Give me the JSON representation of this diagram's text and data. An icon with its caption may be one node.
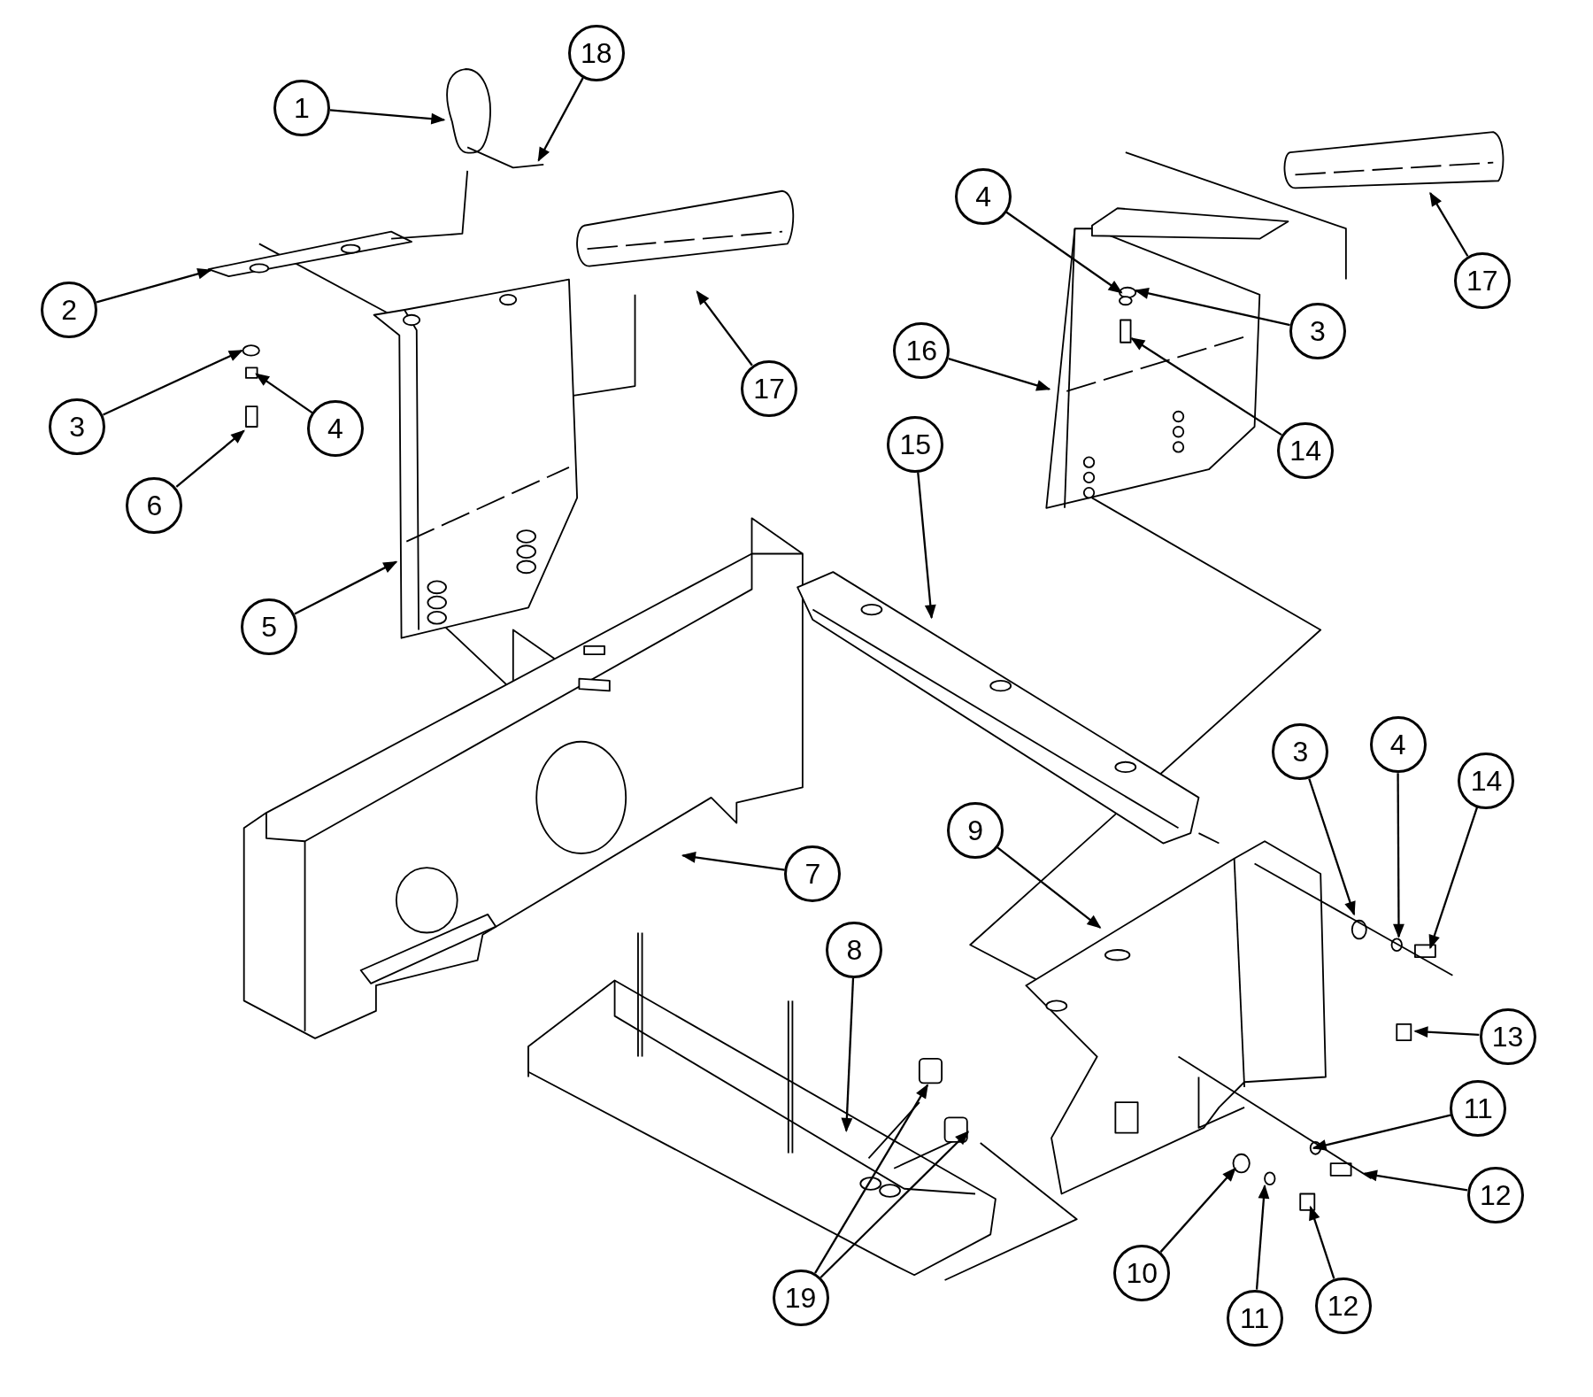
{
  "diagram": {
    "nodes": [
      {
        "text": [
          "18"
        ]
      },
      {
        "text": [
          "1"
        ]
      },
      {
        "text": [
          "4"
        ]
      },
      {
        "text": [
          "17"
        ]
      },
      {
        "text": [
          "2"
        ]
      },
      {
        "text": [
          "3"
        ]
      },
      {
        "text": [
          "16"
        ]
      },
      {
        "text": [
          "17"
        ]
      },
      {
        "text": [
          "3"
        ]
      },
      {
        "text": [
          "4"
        ]
      },
      {
        "text": [
          "15"
        ]
      },
      {
        "text": [
          "14"
        ]
      },
      {
        "text": [
          "6"
        ]
      },
      {
        "text": [
          "5"
        ]
      },
      {
        "text": [
          "4"
        ]
      },
      {
        "text": [
          "3"
        ]
      },
      {
        "text": [
          "14"
        ]
      },
      {
        "text": [
          "9"
        ]
      },
      {
        "text": [
          "7"
        ]
      },
      {
        "text": [
          "8"
        ]
      },
      {
        "text": [
          "13"
        ]
      },
      {
        "text": [
          "11"
        ]
      },
      {
        "text": [
          "12"
        ]
      },
      {
        "text": [
          "10"
        ]
      },
      {
        "text": [
          "19"
        ]
      },
      {
        "text": [
          "12"
        ]
      },
      {
        "text": [
          "11"
        ]
      }
    ],
    "edges": [
      {
        "from": 0,
        "to": null,
        "arrow": "to"
      },
      {
        "from": 1,
        "to": null,
        "arrow": "to"
      },
      {
        "from": 2,
        "to": null,
        "arrow": "to"
      },
      {
        "from": 3,
        "to": null,
        "arrow": "to"
      },
      {
        "from": 4,
        "to": null,
        "arrow": "to"
      },
      {
        "from": 5,
        "to": null,
        "arrow": "to"
      },
      {
        "from": 6,
        "to": null,
        "arrow": "to"
      },
      {
        "from": 7,
        "to": null,
        "arrow": "to"
      },
      {
        "from": 8,
        "to": null,
        "arrow": "to"
      },
      {
        "from": 9,
        "to": null,
        "arrow": "to"
      },
      {
        "from": 10,
        "to": null,
        "arrow": "to"
      },
      {
        "from": 11,
        "to": null,
        "arrow": "to"
      },
      {
        "from": 12,
        "to": null,
        "arrow": "to"
      },
      {
        "from": 13,
        "to": null,
        "arrow": "to"
      },
      {
        "from": 14,
        "to": null,
        "arrow": "to"
      },
      {
        "from": 15,
        "to": null,
        "arrow": "to"
      },
      {
        "from": 16,
        "to": null,
        "arrow": "to"
      },
      {
        "from": 17,
        "to": null,
        "arrow": "to"
      },
      {
        "from": 18,
        "to": null,
        "arrow": "to"
      },
      {
        "from": 19,
        "to": null,
        "arrow": "to"
      },
      {
        "from": 20,
        "to": null,
        "arrow": "to"
      },
      {
        "from": 21,
        "to": null,
        "arrow": "to"
      },
      {
        "from": 22,
        "to": null,
        "arrow": "to"
      },
      {
        "from": 23,
        "to": null,
        "arrow": "to"
      },
      {
        "from": 24,
        "to": null,
        "arrow": "to"
      },
      {
        "from": 25,
        "to": null,
        "arrow": "to"
      },
      {
        "from": 26,
        "to": null,
        "arrow": "to"
      },
      {
        "from": 24,
        "to": null,
        "arrow": "to"
      }
    ]
  }
}
